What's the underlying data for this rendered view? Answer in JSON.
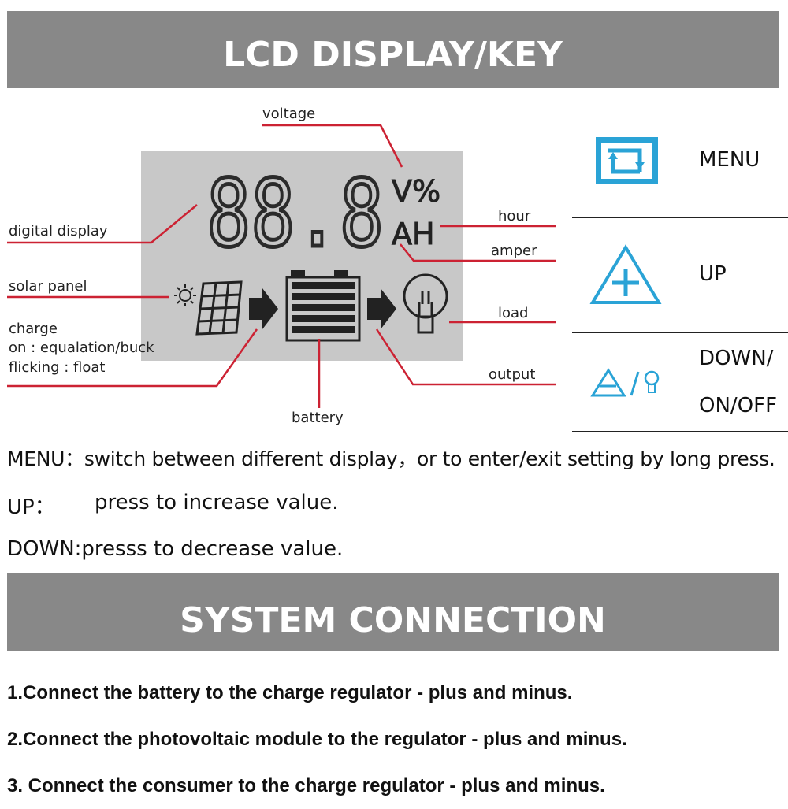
{
  "banners": {
    "lcd": "LCD DISPLAY/KEY",
    "system": "SYSTEM CONNECTION"
  },
  "lcd": {
    "digits": "88.8",
    "unit_top": "V%",
    "unit_bottom": "AH"
  },
  "callouts": {
    "voltage": "voltage",
    "digital_display": "digital display",
    "solar_panel": "solar panel",
    "charge": "charge",
    "charge_on": "on : equalation/buck",
    "charge_flick": "flicking : float",
    "battery": "battery",
    "hour": "hour",
    "amper": "amper",
    "load": "load",
    "output": "output"
  },
  "keys": {
    "menu": "MENU",
    "up": "UP",
    "down_1": "DOWN/",
    "down_2": "ON/OFF"
  },
  "descriptions": {
    "menu": "MENU：switch between different display，or to enter/exit setting by long press.",
    "up_key": "UP：",
    "up_text": "press to increase value.",
    "down": "DOWN:presss to decrease value."
  },
  "steps": [
    "1.Connect the battery to the charge regulator - plus and minus.",
    "2.Connect the photovoltaic module to the regulator - plus and minus.",
    "3. Connect the consumer to the charge regulator - plus and minus."
  ],
  "colors": {
    "banner": "#888888",
    "lcd": "#c8c8c8",
    "line": "#cc2233",
    "key_icon": "#2aa3d6"
  },
  "icons": [
    "sun-icon",
    "solar-panel-icon",
    "arrow-right-icon",
    "battery-icon",
    "bulb-icon",
    "menu-key-icon",
    "up-key-icon",
    "down-key-icon"
  ]
}
